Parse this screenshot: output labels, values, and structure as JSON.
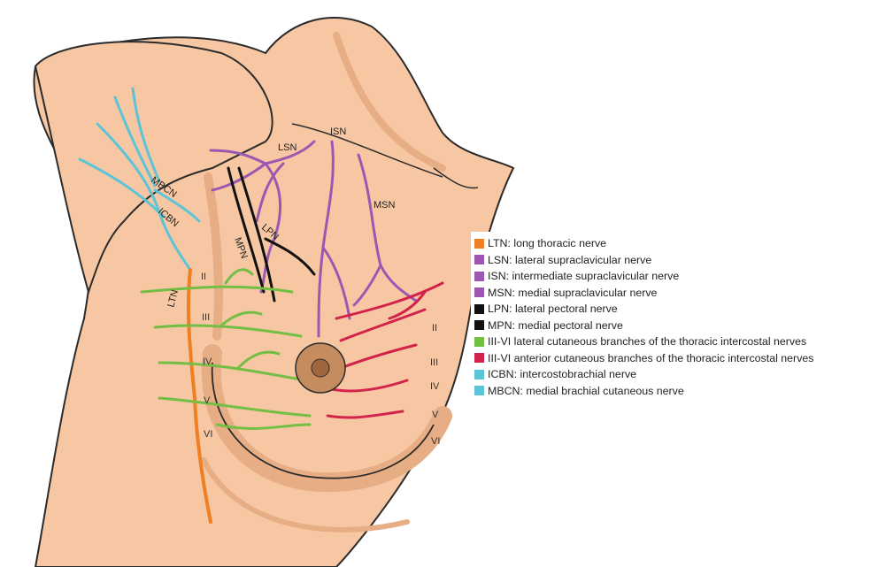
{
  "colors": {
    "skin": "#f7c7a3",
    "skin_shadow": "#e7ad84",
    "outline": "#2b2b2b",
    "nipple": "#a0673f",
    "areola": "#c58c5f",
    "ltn": "#ef7f22",
    "supraclavicular": "#9c58b1",
    "pectoral": "#111111",
    "lateral_cutaneous": "#72bf44",
    "anterior_cutaneous": "#d2234a",
    "icbn": "#5bc4d6"
  },
  "labels": {
    "isn": "ISN",
    "lsn": "LSN",
    "msn": "MSN",
    "mbcn": "MBCN",
    "icbn": "ICBN",
    "mpn": "MPN",
    "lpn": "LPN",
    "ltn": "LTN"
  },
  "left_levels": [
    "II",
    "III",
    "IV",
    "V",
    "VI"
  ],
  "right_levels": [
    "II",
    "III",
    "IV",
    "V",
    "VI"
  ],
  "legend": [
    {
      "color": "#ef7f22",
      "text": "LTN: long thoracic nerve"
    },
    {
      "color": "#9c58b1",
      "text": "LSN: lateral supraclavicular nerve"
    },
    {
      "color": "#9c58b1",
      "text": "ISN: intermediate supraclavicular nerve"
    },
    {
      "color": "#9c58b1",
      "text": "MSN: medial supraclavicular nerve"
    },
    {
      "color": "#111111",
      "text": "LPN: lateral pectoral nerve"
    },
    {
      "color": "#111111",
      "text": "MPN: medial pectoral nerve"
    },
    {
      "color": "#72bf44",
      "text": "III-VI lateral cutaneous branches of the thoracic intercostal nerves"
    },
    {
      "color": "#d2234a",
      "text": "III-VI anterior cutaneous branches of the thoracic intercostal nerves"
    },
    {
      "color": "#5bc4d6",
      "text": "ICBN: intercostobrachial nerve"
    },
    {
      "color": "#5bc4d6",
      "text": "MBCN: medial brachial cutaneous nerve"
    }
  ]
}
